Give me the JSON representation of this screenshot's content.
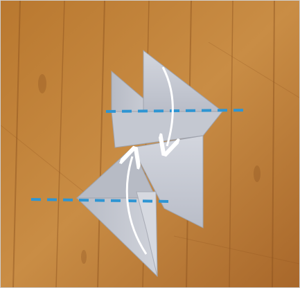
{
  "image": {
    "subject": "origami-folding-step-photo",
    "colors": {
      "wood_light": "#c8893f",
      "wood_mid": "#b8752f",
      "wood_dark": "#8a4f1c",
      "paper": "#c9cdd6",
      "paper_shadow": "#a9adb7",
      "fold_line": "#2e95d3",
      "arrow": "#ffffff"
    },
    "fold_guides": [
      {
        "style": "dashed",
        "color": "#2e95d3"
      },
      {
        "style": "dashed",
        "color": "#2e95d3"
      }
    ],
    "arrows": [
      {
        "direction": "down",
        "color": "#ffffff"
      },
      {
        "direction": "up",
        "color": "#ffffff"
      }
    ]
  }
}
